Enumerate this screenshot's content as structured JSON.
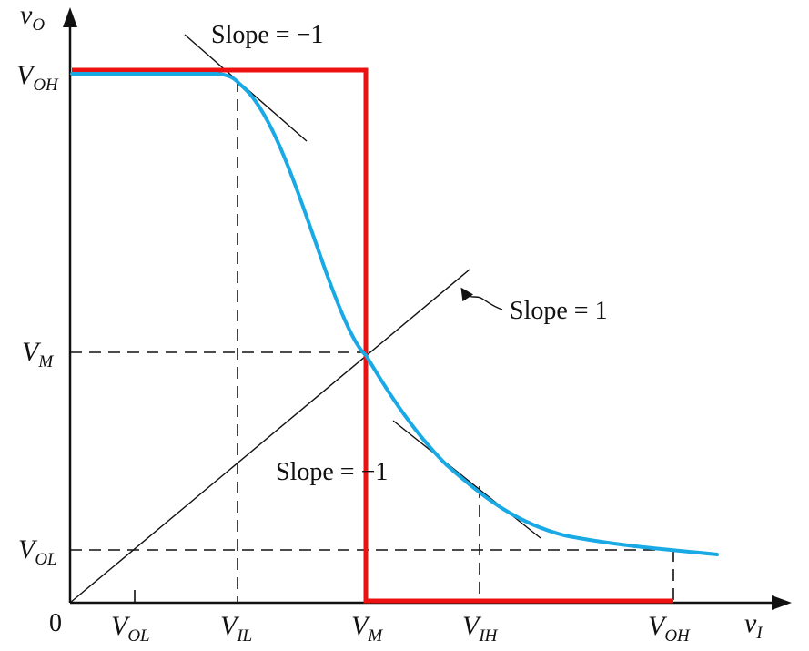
{
  "axes": {
    "y_label": {
      "main": "v",
      "sub": "O"
    },
    "x_label": {
      "main": "v",
      "sub": "I"
    },
    "origin": "0"
  },
  "y_ticks": [
    {
      "main": "V",
      "sub": "OH"
    },
    {
      "main": "V",
      "sub": "M"
    },
    {
      "main": "V",
      "sub": "OL"
    }
  ],
  "x_ticks": [
    {
      "main": "V",
      "sub": "OL"
    },
    {
      "main": "V",
      "sub": "IL"
    },
    {
      "main": "V",
      "sub": "M"
    },
    {
      "main": "V",
      "sub": "IH"
    },
    {
      "main": "V",
      "sub": "OH"
    }
  ],
  "annotations": {
    "slope_top": "Slope = −1",
    "slope_unity": "Slope = 1",
    "slope_bottom": "Slope = −1"
  },
  "colors": {
    "axis": "#111111",
    "ideal_curve": "#ee1111",
    "real_curve": "#19a9e4",
    "guides": "#111111"
  }
}
